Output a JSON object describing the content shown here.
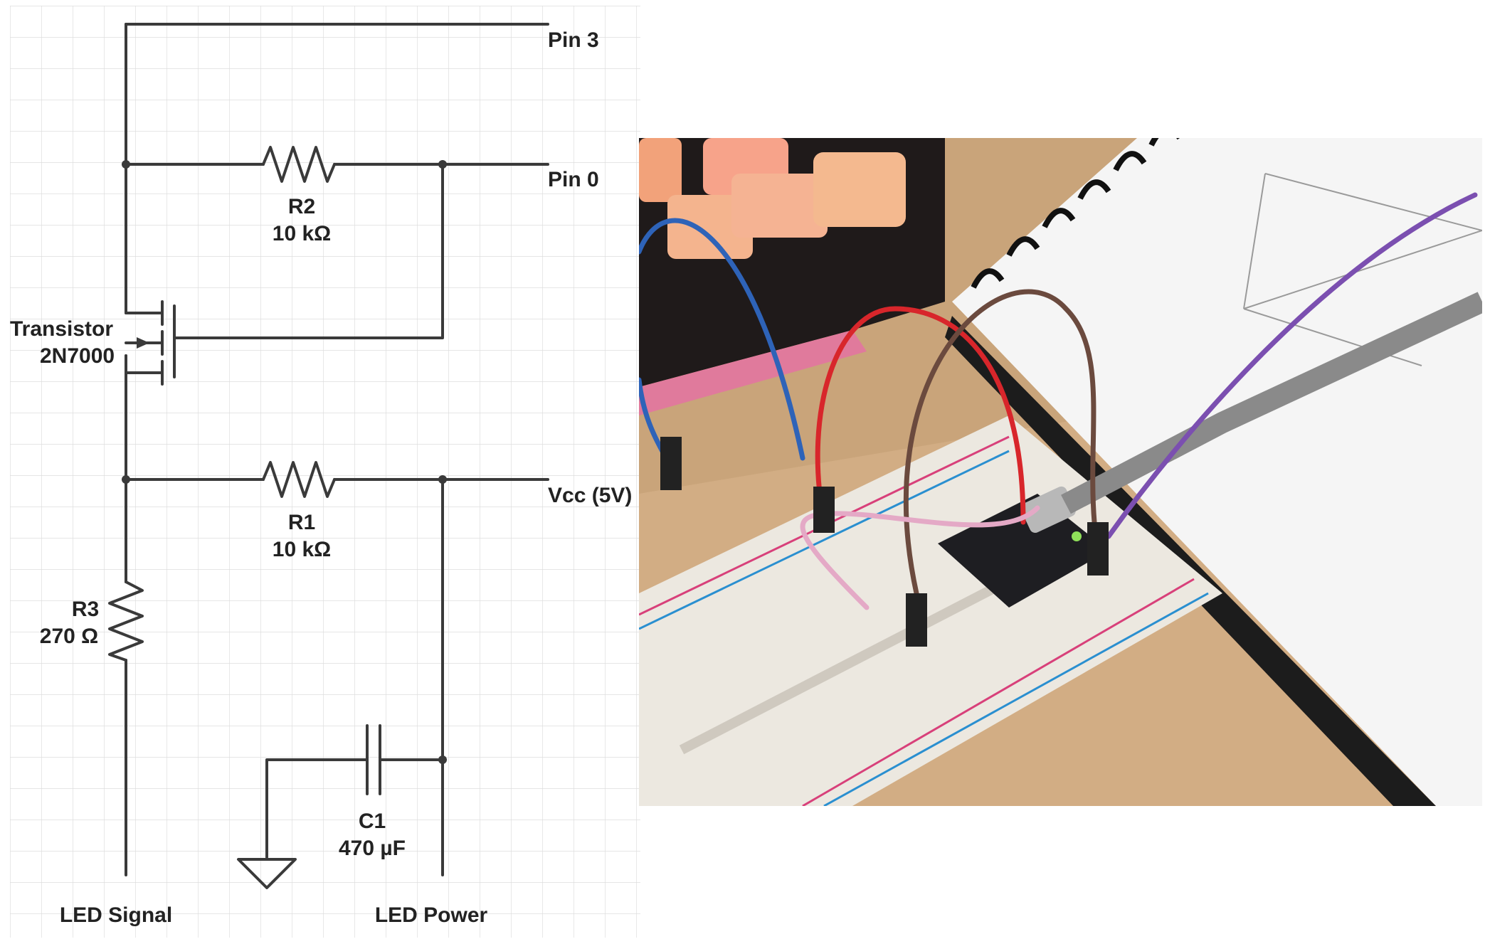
{
  "schematic": {
    "labels": {
      "pin3": "Pin 3",
      "pin0": "Pin 0",
      "vcc": "Vcc (5V)",
      "r2_name": "R2",
      "r2_value": "10 kΩ",
      "r1_name": "R1",
      "r1_value": "10 kΩ",
      "r3_name": "R3",
      "r3_value": "270 Ω",
      "transistor_name": "Transistor",
      "transistor_part": "2N7000",
      "c1_name": "C1",
      "c1_value": "470 µF",
      "led_signal": "LED Signal",
      "led_power": "LED Power"
    },
    "colors": {
      "wire": "#3a3a3a",
      "grid": "#dddddd",
      "text": "#222222"
    }
  },
  "photo": {
    "description_icon": "breadboard-photo",
    "wire_colors": [
      "#2e63b8",
      "#d8262b",
      "#6b4a3e",
      "#7b4fb0",
      "#e4a9c6"
    ]
  }
}
